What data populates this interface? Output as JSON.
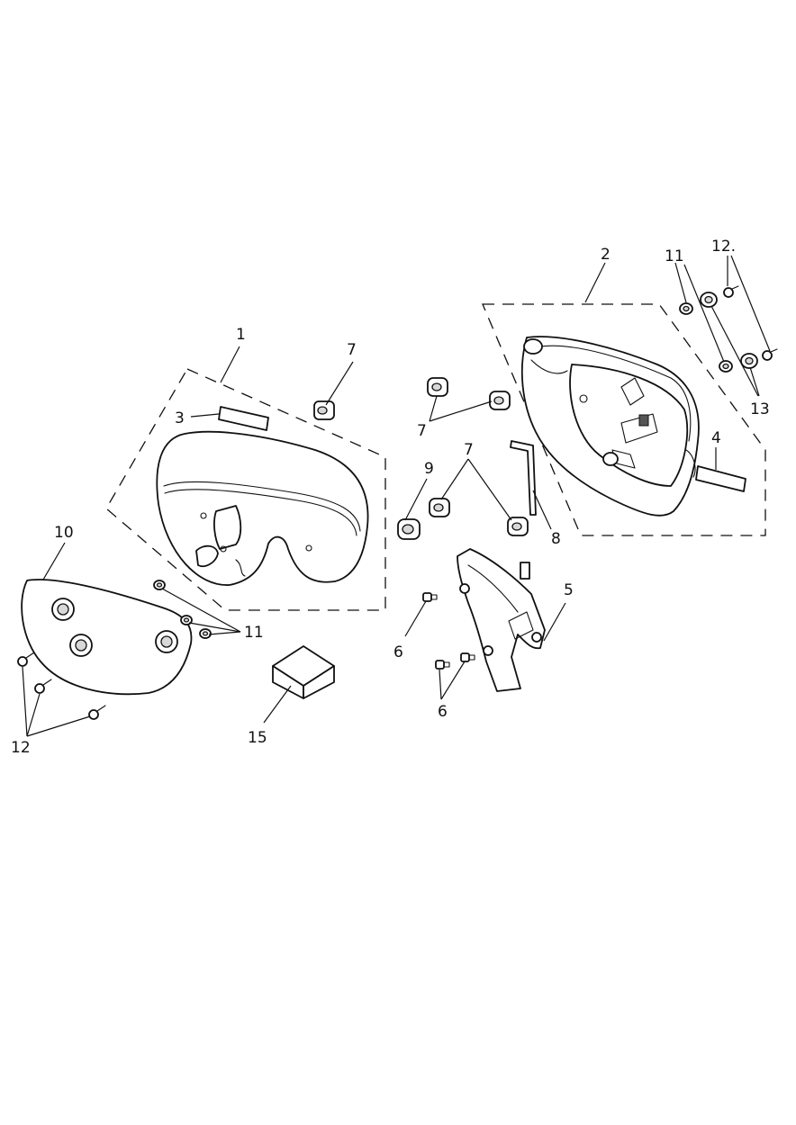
{
  "diagram": {
    "callouts": {
      "c1": "1",
      "c2": "2",
      "c3": "3",
      "c4": "4",
      "c5": "5",
      "c6a": "6",
      "c6b": "6",
      "c7a": "7",
      "c7b": "7",
      "c7c": "7",
      "c8": "8",
      "c9": "9",
      "c10": "10",
      "c11a": "11",
      "c11b": "11",
      "c12a": "12",
      "c12b": "12.",
      "c13": "13",
      "c15": "15"
    }
  }
}
